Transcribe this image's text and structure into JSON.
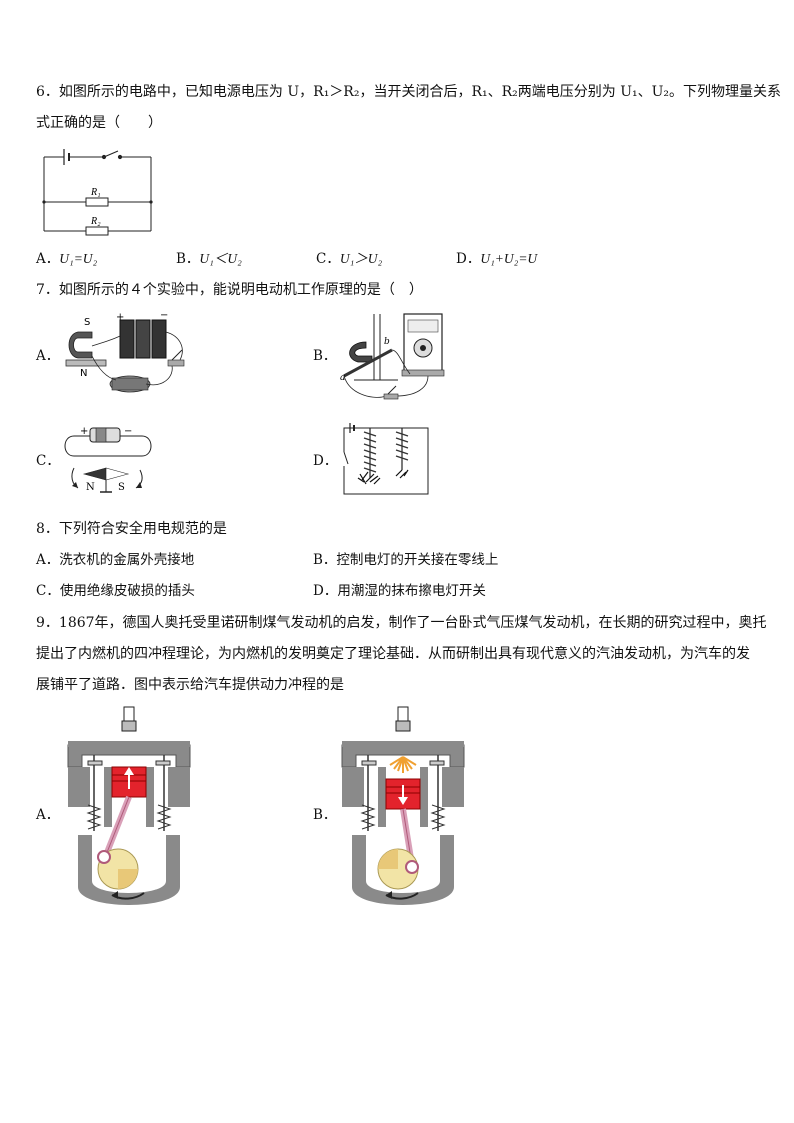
{
  "q6": {
    "stem_1": "6．如图所示的电路中，已知电源电压为 U，R₁＞R₂，当开关闭合后，R₁、R₂两端电压分别为 U₁、U₂。下列物理量关系",
    "stem_2": "式正确的是（　　）",
    "fig_r1": "R₁",
    "fig_r2": "R₂",
    "options": [
      {
        "label": "A．",
        "text": "U₁=U₂"
      },
      {
        "label": "B．",
        "text": "U₁＜U₂"
      },
      {
        "label": "C．",
        "text": "U₁＞U₂"
      },
      {
        "label": "D．",
        "text": "U₁+U₂=U"
      }
    ]
  },
  "q7": {
    "stem": "7．如图所示的４个实验中，能说明电动机工作原理的是（　）",
    "labels": [
      "A．",
      "B．",
      "C．",
      "D．"
    ],
    "fig_a": {
      "s": "S",
      "n": "N",
      "plus": "+",
      "minus": "−"
    },
    "fig_b": {
      "a": "a",
      "b": "b"
    },
    "fig_c": {
      "n": "N",
      "s": "S",
      "plus": "+",
      "minus": "−"
    }
  },
  "q8": {
    "stem": "8．下列符合安全用电规范的是",
    "options": [
      {
        "label": "A．",
        "text": "洗衣机的金属外壳接地"
      },
      {
        "label": "B．",
        "text": "控制电灯的开关接在零线上"
      },
      {
        "label": "C．",
        "text": "使用绝缘皮破损的插头"
      },
      {
        "label": "D．",
        "text": "用潮湿的抹布擦电灯开关"
      }
    ]
  },
  "q9": {
    "stem_1": "9．1867年，德国人奥托受里诺研制煤气发动机的启发，制作了一台卧式气压煤气发动机，在长期的研究过程中，奥托",
    "stem_2": "提出了内燃机的四冲程理论，为内燃机的发明奠定了理论基础．从而研制出具有现代意义的汽油发动机，为汽车的发",
    "stem_3": "展铺平了道路．图中表示给汽车提供动力冲程的是",
    "labels": [
      "A．",
      "B．"
    ]
  },
  "colors": {
    "text": "#111111",
    "piston": "#e3232c",
    "crank": "#f2e4a6",
    "engine_gray": "#8a8a8a",
    "spark": "#f0a030"
  }
}
